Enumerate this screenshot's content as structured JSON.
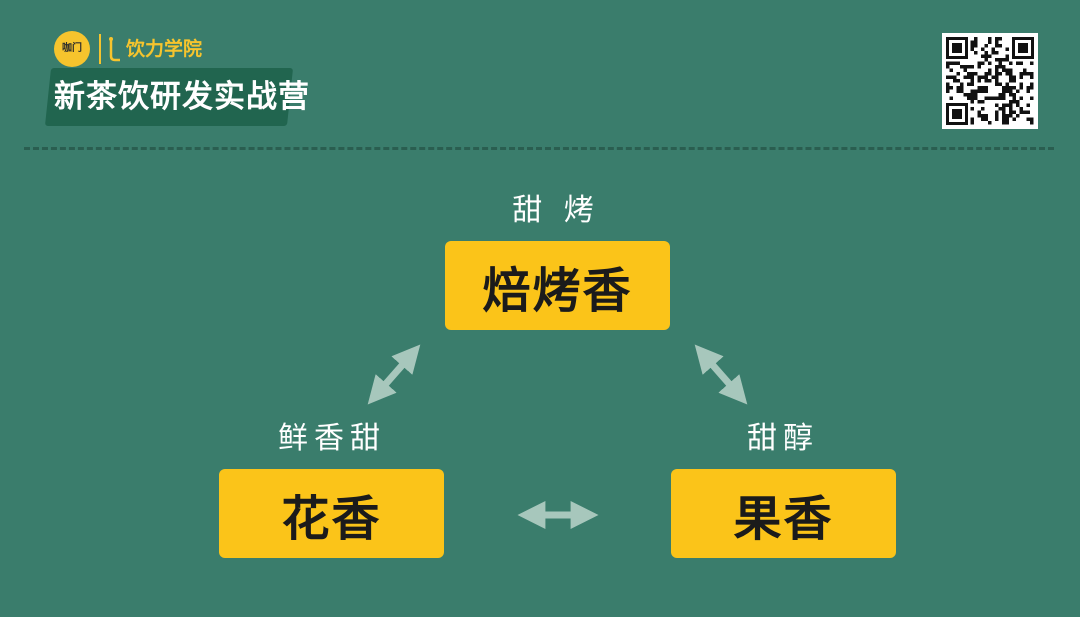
{
  "brand": {
    "logo_text": "咖门",
    "academy": "饮力学院",
    "title": "新茶饮研发实战营"
  },
  "diagram": {
    "top": {
      "label": "甜 烤",
      "box": "焙烤香"
    },
    "left": {
      "label": "鲜香甜",
      "box": "花香"
    },
    "right": {
      "label": "甜醇",
      "box": "果香"
    }
  },
  "colors": {
    "background": "#3a7d6c",
    "box": "#fbc419",
    "arrow": "#a7c7bc",
    "accent": "#f6c42d"
  },
  "icons": {
    "qr": "qr-code-icon",
    "arrows": "double-arrow-icon"
  }
}
